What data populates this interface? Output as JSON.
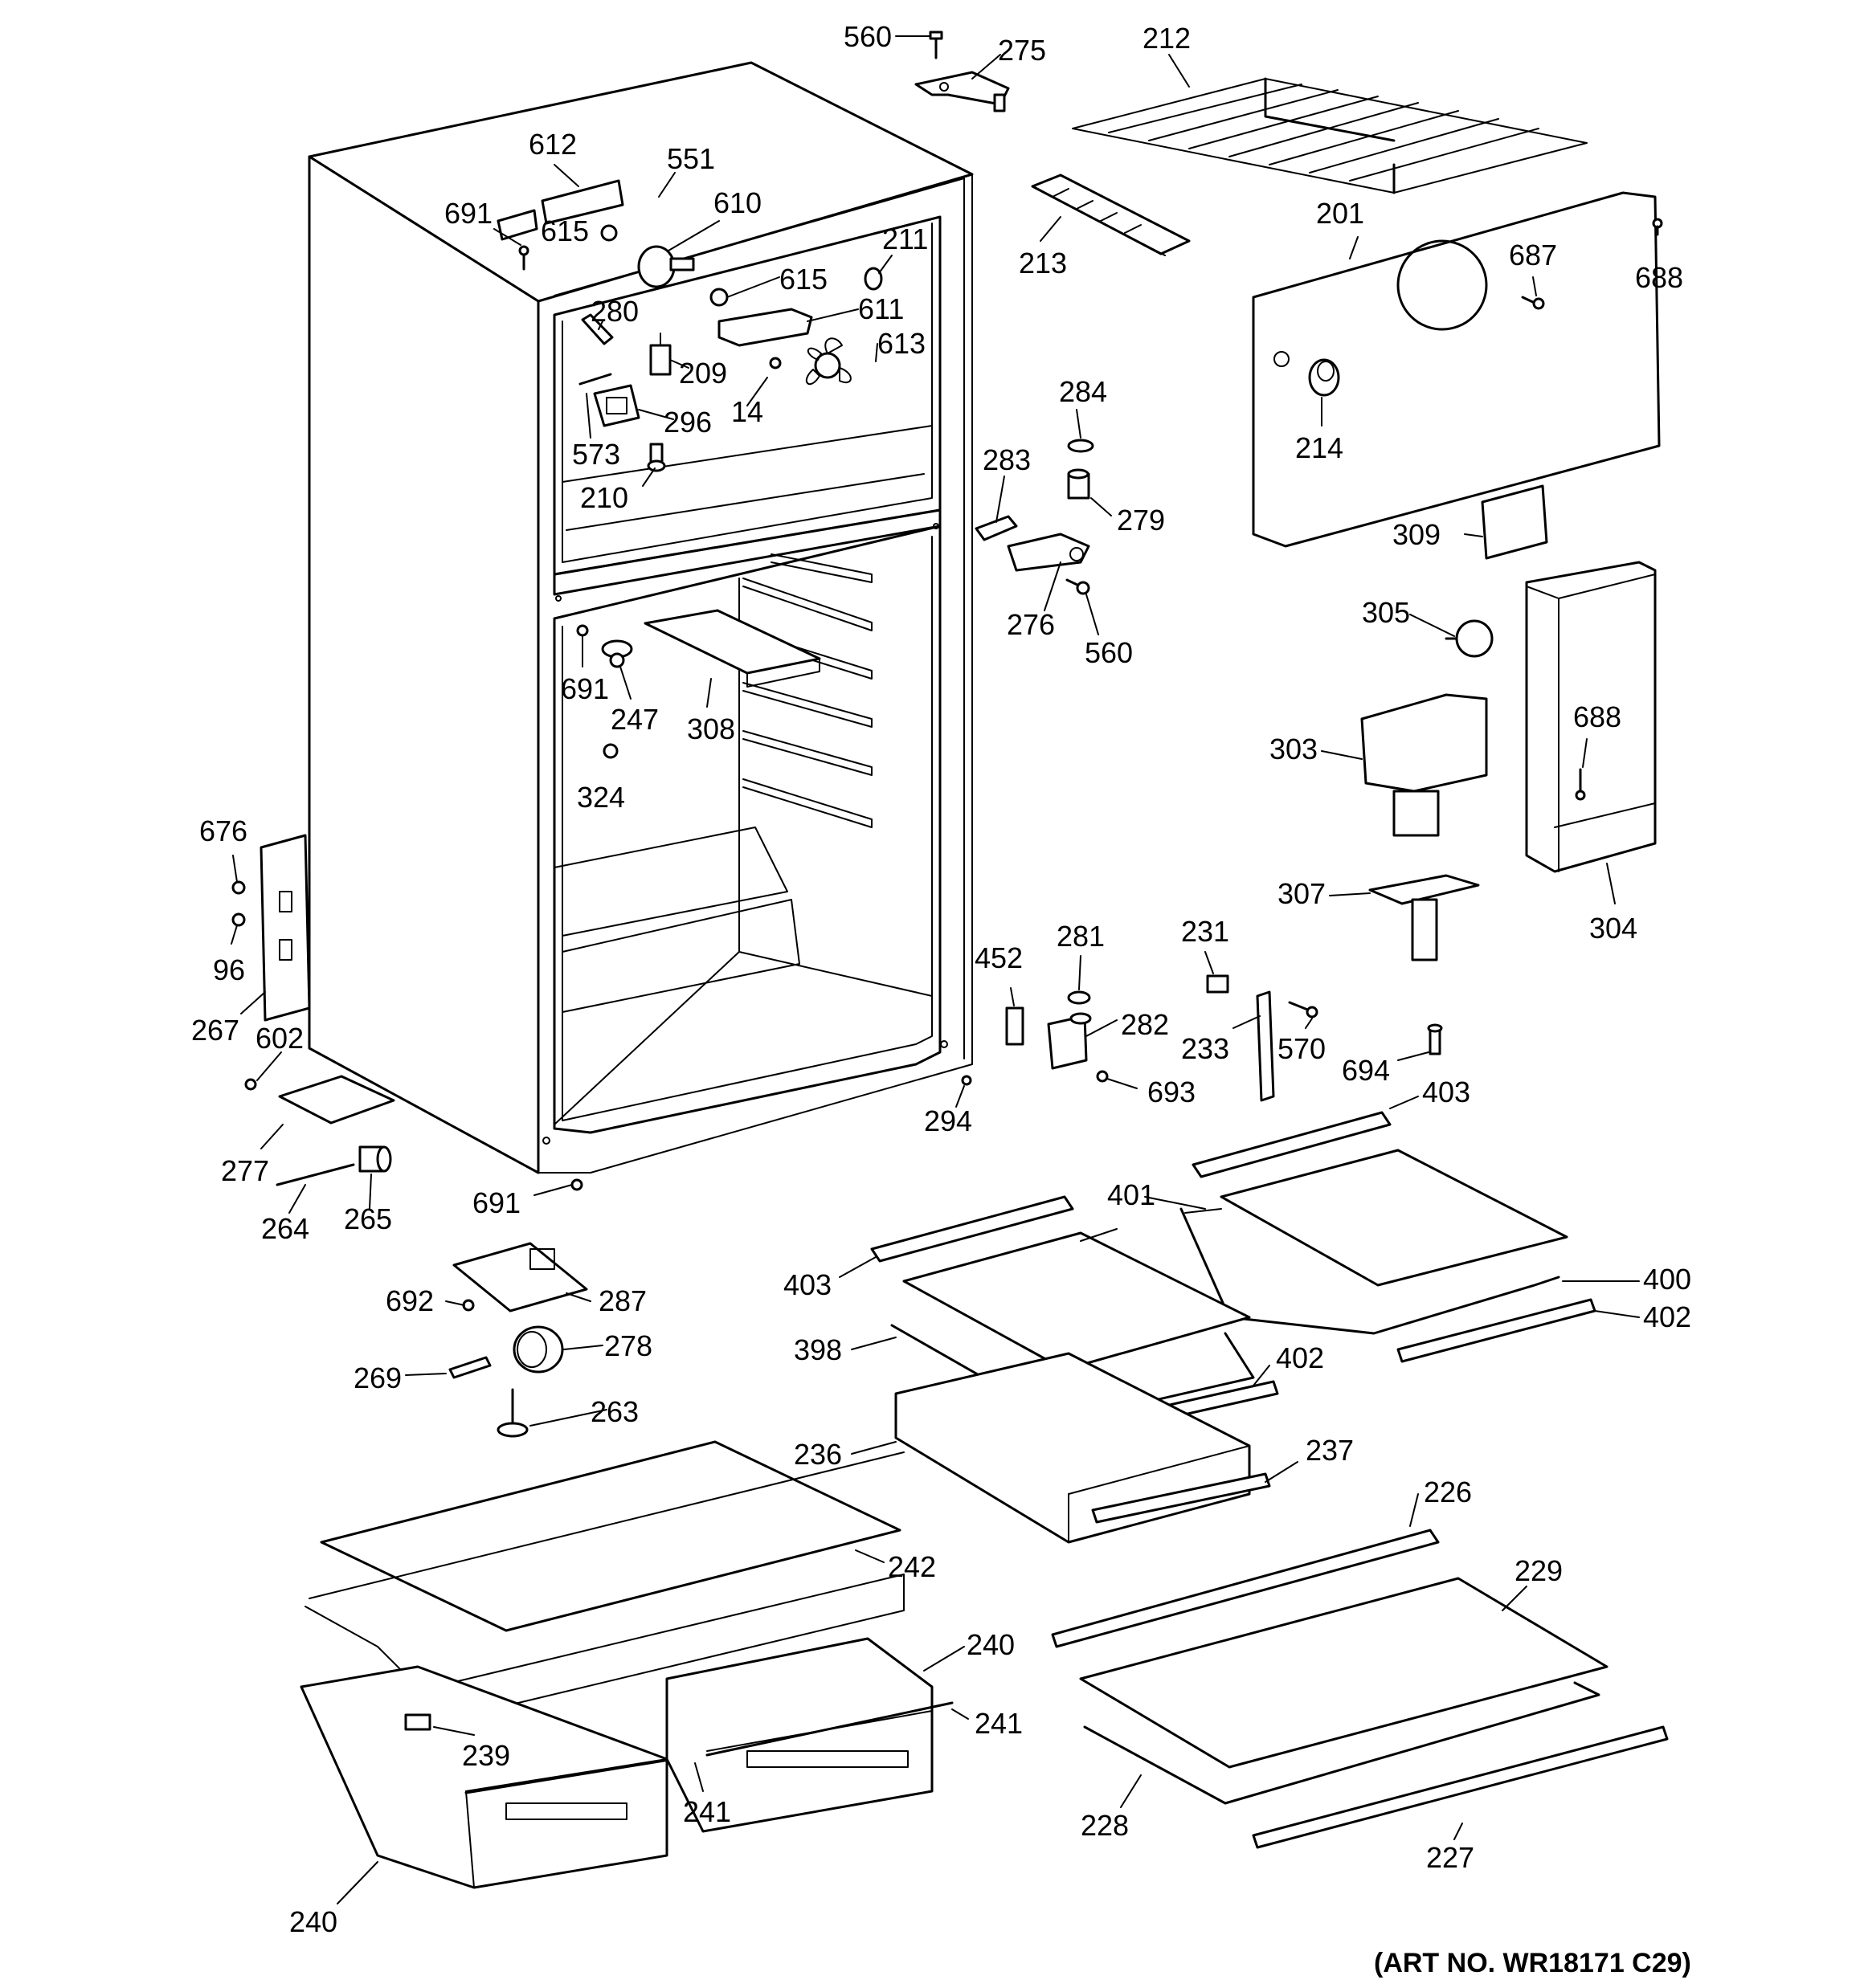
{
  "art_number": "(ART NO. WR18171 C29)",
  "callouts": [
    {
      "id": "560a",
      "label": "560"
    },
    {
      "id": "275",
      "label": "275"
    },
    {
      "id": "212",
      "label": "212"
    },
    {
      "id": "612",
      "label": "612"
    },
    {
      "id": "551",
      "label": "551"
    },
    {
      "id": "691a",
      "label": "691"
    },
    {
      "id": "610",
      "label": "610"
    },
    {
      "id": "615a",
      "label": "615"
    },
    {
      "id": "211",
      "label": "211"
    },
    {
      "id": "213",
      "label": "213"
    },
    {
      "id": "201",
      "label": "201"
    },
    {
      "id": "688a",
      "label": "688"
    },
    {
      "id": "687",
      "label": "687"
    },
    {
      "id": "615b",
      "label": "615"
    },
    {
      "id": "280",
      "label": "280"
    },
    {
      "id": "611",
      "label": "611"
    },
    {
      "id": "613",
      "label": "613"
    },
    {
      "id": "209",
      "label": "209"
    },
    {
      "id": "284",
      "label": "284"
    },
    {
      "id": "14",
      "label": "14"
    },
    {
      "id": "296",
      "label": "296"
    },
    {
      "id": "573",
      "label": "573"
    },
    {
      "id": "214",
      "label": "214"
    },
    {
      "id": "283",
      "label": "283"
    },
    {
      "id": "210",
      "label": "210"
    },
    {
      "id": "279",
      "label": "279"
    },
    {
      "id": "309",
      "label": "309"
    },
    {
      "id": "276",
      "label": "276"
    },
    {
      "id": "305",
      "label": "305"
    },
    {
      "id": "560b",
      "label": "560"
    },
    {
      "id": "691b",
      "label": "691"
    },
    {
      "id": "247",
      "label": "247"
    },
    {
      "id": "308",
      "label": "308"
    },
    {
      "id": "688b",
      "label": "688"
    },
    {
      "id": "303",
      "label": "303"
    },
    {
      "id": "324",
      "label": "324"
    },
    {
      "id": "676",
      "label": "676"
    },
    {
      "id": "307",
      "label": "307"
    },
    {
      "id": "304",
      "label": "304"
    },
    {
      "id": "281",
      "label": "281"
    },
    {
      "id": "231",
      "label": "231"
    },
    {
      "id": "452",
      "label": "452"
    },
    {
      "id": "96",
      "label": "96"
    },
    {
      "id": "282",
      "label": "282"
    },
    {
      "id": "233",
      "label": "233"
    },
    {
      "id": "570",
      "label": "570"
    },
    {
      "id": "267",
      "label": "267"
    },
    {
      "id": "602",
      "label": "602"
    },
    {
      "id": "694",
      "label": "694"
    },
    {
      "id": "693",
      "label": "693"
    },
    {
      "id": "403a",
      "label": "403"
    },
    {
      "id": "294",
      "label": "294"
    },
    {
      "id": "277",
      "label": "277"
    },
    {
      "id": "401",
      "label": "401"
    },
    {
      "id": "691c",
      "label": "691"
    },
    {
      "id": "264",
      "label": "264"
    },
    {
      "id": "265",
      "label": "265"
    },
    {
      "id": "400",
      "label": "400"
    },
    {
      "id": "403b",
      "label": "403"
    },
    {
      "id": "402a",
      "label": "402"
    },
    {
      "id": "692",
      "label": "692"
    },
    {
      "id": "287",
      "label": "287"
    },
    {
      "id": "398",
      "label": "398"
    },
    {
      "id": "278",
      "label": "278"
    },
    {
      "id": "402b",
      "label": "402"
    },
    {
      "id": "269",
      "label": "269"
    },
    {
      "id": "263",
      "label": "263"
    },
    {
      "id": "236",
      "label": "236"
    },
    {
      "id": "237",
      "label": "237"
    },
    {
      "id": "226",
      "label": "226"
    },
    {
      "id": "242",
      "label": "242"
    },
    {
      "id": "229",
      "label": "229"
    },
    {
      "id": "240a",
      "label": "240"
    },
    {
      "id": "241a",
      "label": "241"
    },
    {
      "id": "239",
      "label": "239"
    },
    {
      "id": "241b",
      "label": "241"
    },
    {
      "id": "228",
      "label": "228"
    },
    {
      "id": "227",
      "label": "227"
    },
    {
      "id": "240b",
      "label": "240"
    }
  ]
}
